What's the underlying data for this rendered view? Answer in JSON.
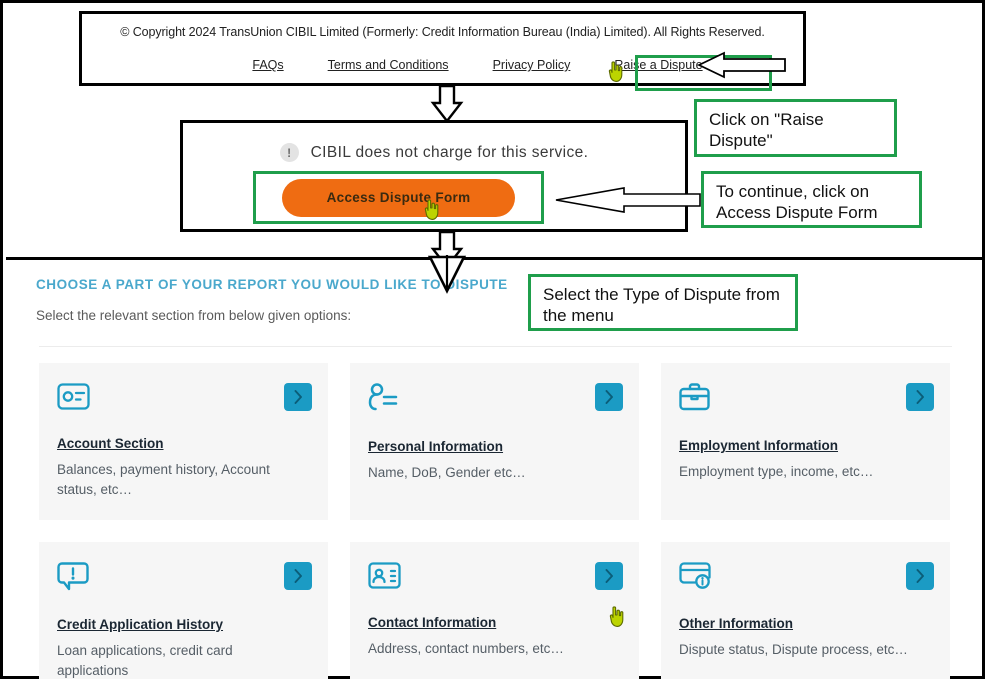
{
  "footer": {
    "copyright": "© Copyright 2024 TransUnion CIBIL Limited (Formerly: Credit Information Bureau (India) Limited). All Rights Reserved.",
    "links": [
      {
        "label": "FAQs"
      },
      {
        "label": "Terms and Conditions"
      },
      {
        "label": "Privacy Policy"
      },
      {
        "label": "Raise a Dispute"
      }
    ]
  },
  "cta": {
    "badge": "!",
    "notice": "CIBIL does not charge for this service.",
    "button_label": "Access Dispute Form",
    "button_color": "#ef6c12"
  },
  "callouts": {
    "raise": "Click on \"Raise Dispute\"",
    "access": "To continue, click on Access Dispute Form",
    "type": "Select the Type of Dispute from the menu"
  },
  "main": {
    "title": "CHOOSE A PART OF YOUR REPORT YOU WOULD LIKE TO DISPUTE",
    "subtitle": "Select the relevant section from below given options:",
    "accent_color": "#1b9bc4",
    "title_color": "#4aa8cc",
    "cards": [
      {
        "icon": "id-card-icon",
        "title": "Account Section",
        "desc": "Balances, payment history, Account status, etc…"
      },
      {
        "icon": "person-lines-icon",
        "title": "Personal Information",
        "desc": "Name, DoB, Gender etc…"
      },
      {
        "icon": "briefcase-icon",
        "title": "Employment Information",
        "desc": "Employment type, income, etc…"
      },
      {
        "icon": "alert-bubble-icon",
        "title": "Credit Application History",
        "desc": "Loan applications, credit card applications"
      },
      {
        "icon": "contact-card-icon",
        "title": "Contact Information",
        "desc": "Address, contact numbers, etc…"
      },
      {
        "icon": "card-info-icon",
        "title": "Other Information",
        "desc": "Dispute status, Dispute process, etc…"
      }
    ]
  },
  "annotation": {
    "highlight_color": "#1f9e4b",
    "border_color": "#000000"
  }
}
